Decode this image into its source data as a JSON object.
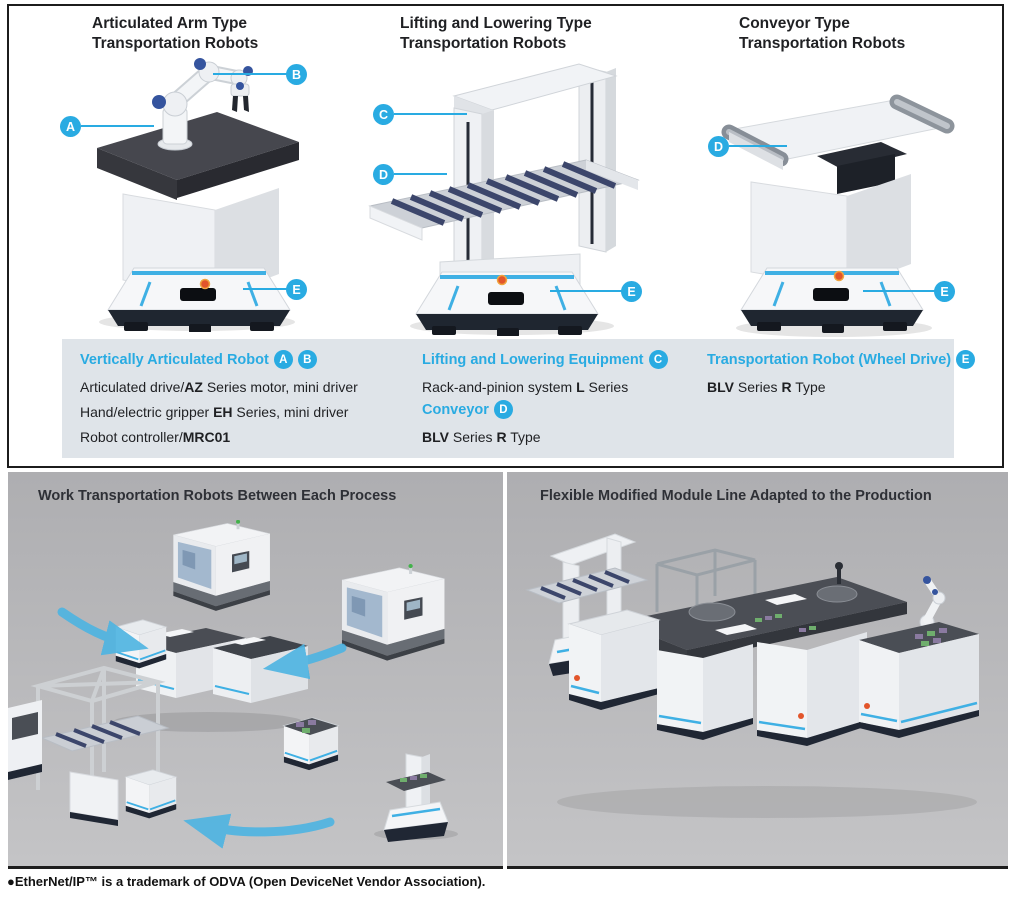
{
  "colors": {
    "accent_cyan": "#29abe2",
    "band_background": "#dfe4e9",
    "panel_background": "#b4b5b7",
    "frame_border": "#1c1c1c",
    "navy_bumper": "#1f2630",
    "table_dark": "#46474e"
  },
  "badges": {
    "a": "A",
    "b": "B",
    "c": "C",
    "d": "D",
    "e": "E"
  },
  "top_section": {
    "columns": [
      {
        "title_line1": "Articulated Arm Type",
        "title_line2": "Transportation Robots"
      },
      {
        "title_line1": "Lifting and Lowering Type",
        "title_line2": "Transportation Robots"
      },
      {
        "title_line1": "Conveyor Type",
        "title_line2": "Transportation Robots"
      }
    ]
  },
  "legend": {
    "group1": {
      "heading": "Vertically Articulated Robot",
      "row1": {
        "s0": "Articulated drive/",
        "s1": "AZ",
        "s2": " Series motor, mini driver"
      },
      "row2": {
        "s0": "Hand/electric gripper ",
        "s1": "EH",
        "s2": " Series, mini driver"
      },
      "row3": {
        "s0": "Robot controller/",
        "s1": "MRC01"
      }
    },
    "group2": {
      "heading": "Lifting and Lowering Equipment",
      "row1": {
        "s0": "Rack-and-pinion system ",
        "s1": "L",
        "s2": " Series"
      },
      "subheading": "Conveyor",
      "row2": {
        "s0": "BLV",
        "s1": " Series ",
        "s2": "R",
        "s3": " Type"
      }
    },
    "group3": {
      "heading": "Transportation Robot (Wheel Drive)",
      "row1": {
        "s0": "BLV",
        "s1": " Series ",
        "s2": "R",
        "s3": " Type"
      }
    }
  },
  "panels": {
    "left_title": "Work Transportation Robots Between Each Process",
    "right_title": "Flexible Modified Module Line Adapted to the Production"
  },
  "footer": {
    "text": "●EtherNet/IP™ is a trademark of ODVA (Open DeviceNet Vendor Association)."
  }
}
